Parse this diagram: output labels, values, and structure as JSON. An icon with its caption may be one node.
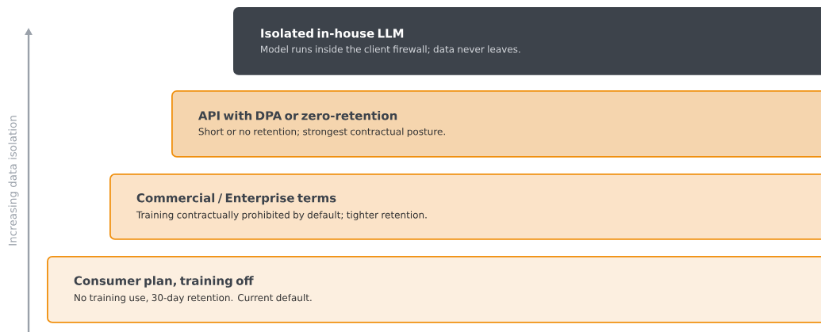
{
  "diagram": {
    "nodes": [
      {
        "text": [
          "Isolated in-house LLM",
          "Model runs inside the client firewall; data never leaves."
        ]
      },
      {
        "text": [
          "API with DPA or zero-retention",
          "Short or no retention; strongest contractual posture."
        ]
      },
      {
        "text": [
          "Commercial / Enterprise terms",
          "Training contractually prohibited by default; tighter retention."
        ]
      },
      {
        "text": [
          "Consumer plan, training off",
          "No training use, 30-day retention. Current default."
        ]
      }
    ],
    "labels": [
      "Increasing data isolation"
    ]
  }
}
